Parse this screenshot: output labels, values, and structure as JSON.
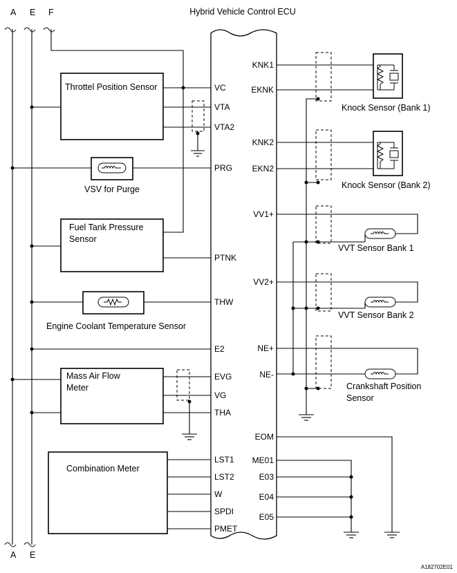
{
  "title": "Hybrid Vehicle Control ECU",
  "bus_labels": {
    "top": [
      "A",
      "E",
      "F"
    ],
    "bottom": [
      "A",
      "E"
    ]
  },
  "components": {
    "throttel_position_sensor": "Throttel Position Sensor",
    "vsv_for_purge": "VSV for Purge",
    "fuel_tank_pressure_sensor": [
      "Fuel Tank Pressure",
      "Sensor"
    ],
    "engine_coolant_temperature_sensor": "Engine Coolant Temperature Sensor",
    "mass_air_flow_meter": [
      "Mass Air Flow",
      "Meter"
    ],
    "combination_meter": "Combination Meter",
    "knock_sensor_bank1": "Knock Sensor (Bank 1)",
    "knock_sensor_bank2": "Knock Sensor (Bank 2)",
    "vvt_sensor_bank1": "VVT Sensor Bank 1",
    "vvt_sensor_bank2": "VVT Sensor Bank 2",
    "crankshaft_position_sensor": [
      "Crankshaft Position",
      "Sensor"
    ]
  },
  "left_pins": [
    "VC",
    "VTA",
    "VTA2",
    "PRG",
    "PTNK",
    "THW",
    "E2",
    "EVG",
    "VG",
    "THA",
    "LST1",
    "LST2",
    "W",
    "SPDI",
    "PMET"
  ],
  "right_pins": [
    "KNK1",
    "EKNK",
    "KNK2",
    "EKN2",
    "VV1+",
    "VV2+",
    "NE+",
    "NE-",
    "EOM",
    "ME01",
    "E03",
    "E04",
    "E05"
  ],
  "figure_id": "A182702E01"
}
